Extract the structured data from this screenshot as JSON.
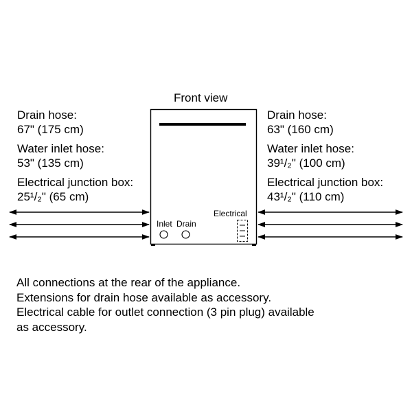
{
  "diagram": {
    "title": "Front view",
    "left": {
      "drain_hose_label": "Drain hose:",
      "drain_hose_value": "67\" (175 cm)",
      "water_inlet_label": "Water inlet hose:",
      "water_inlet_value": "53\" (135 cm)",
      "junction_box_label": "Electrical junction box:",
      "junction_box_value": "25¹/₂\" (65 cm)"
    },
    "right": {
      "drain_hose_label": "Drain hose:",
      "drain_hose_value": "63\" (160 cm)",
      "water_inlet_label": "Water inlet hose:",
      "water_inlet_value": "39¹/₂\" (100 cm)",
      "junction_box_label": "Electrical junction box:",
      "junction_box_value": "43¹/₂\" (110 cm)"
    },
    "appliance": {
      "inlet_label": "Inlet",
      "drain_label": "Drain",
      "electrical_label": "Electrical"
    }
  },
  "notes": [
    "All connections at the rear of the appliance.",
    "Extensions for drain hose available as accessory.",
    "Electrical cable for outlet connection (3 pin plug) available",
    "as accessory."
  ]
}
